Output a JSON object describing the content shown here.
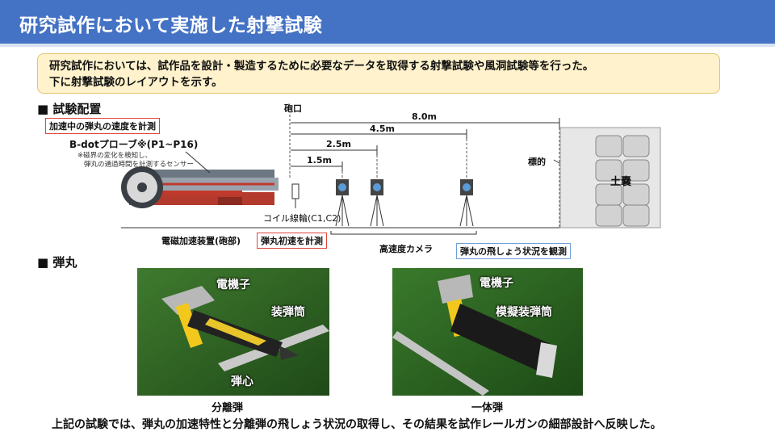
{
  "header": {
    "title": "研究試作において実施した射撃試験"
  },
  "intro": {
    "line1": "研究試作においては、試作品を設計・製造するために必要なデータを取得する射撃試験や風洞試験等を行った。",
    "line2": "下に射撃試験のレイアウトを示す。"
  },
  "layout_section": {
    "heading": "■ 試験配置",
    "callout_speed": "加速中の弾丸の速度を計測",
    "bdot_label": "B-dotプローブ※(P1~P16)",
    "bdot_note1": "※磁界の変化を検知し、",
    "bdot_note2": "弾丸の通過時間を計測するセンサー",
    "muzzle": "砲口",
    "dist_8": "8.0m",
    "dist_45": "4.5m",
    "dist_25": "2.5m",
    "dist_15": "1.5m",
    "target": "標的",
    "sandbags": "土嚢",
    "coil": "コイル線輪(C1,C2)",
    "callout_initial": "弾丸初速を計測",
    "launcher": "電磁加速装置(砲部)",
    "camera": "高速度カメラ",
    "callout_flight": "弾丸の飛しょう状況を観測"
  },
  "projectile_section": {
    "heading": "■ 弾丸",
    "photo1": {
      "armature": "電機子",
      "sabot": "装弾筒",
      "core": "弾心",
      "caption": "分離弾"
    },
    "photo2": {
      "armature": "電機子",
      "dummy_sabot": "模擬装弾筒",
      "caption": "一体弾"
    }
  },
  "footer": {
    "text": "上記の試験では、弾丸の加速特性と分離弾の飛しょう状況の取得し、その結果を試作レールガンの細部設計へ反映した。"
  },
  "colors": {
    "header_bg": "#4472c4",
    "intro_bg": "#fff2cc",
    "callout_red": "#e0443c",
    "callout_blue": "#6f9fd8",
    "launcher_red": "#c0392b"
  }
}
